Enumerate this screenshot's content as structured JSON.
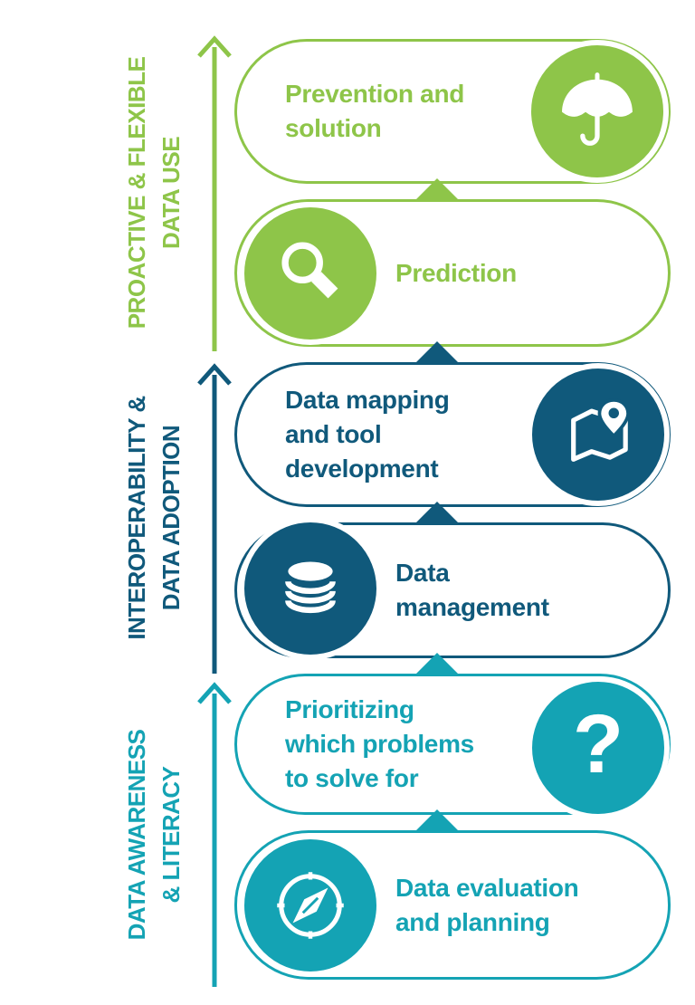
{
  "colors": {
    "green": "#8EC549",
    "dark_blue": "#10597B",
    "teal": "#14A3B4",
    "icon_foreground": "#FFFFFF"
  },
  "sections": [
    {
      "name": "proactive-flexible-data-use",
      "color": "#8EC549",
      "label_lines": [
        "PROACTIVE & FLEXIBLE",
        "DATA USE"
      ]
    },
    {
      "name": "interoperability-data-adoption",
      "color": "#10597B",
      "label_lines": [
        "INTEROPERABILITY &",
        "DATA ADOPTION"
      ]
    },
    {
      "name": "data-awareness-literacy",
      "color": "#14A3B4",
      "label_lines": [
        "DATA AWARENESS",
        "& LITERACY"
      ]
    }
  ],
  "steps": [
    {
      "title": "Prevention and solution",
      "lines": [
        "Prevention and",
        "solution"
      ],
      "icon": "umbrella-icon",
      "section": "proactive-flexible-data-use"
    },
    {
      "title": "Prediction",
      "lines": [
        "Prediction"
      ],
      "icon": "magnifier-icon",
      "section": "proactive-flexible-data-use"
    },
    {
      "title": "Data mapping and tool development",
      "lines": [
        "Data mapping",
        "and tool",
        "development"
      ],
      "icon": "map-icon",
      "section": "interoperability-data-adoption"
    },
    {
      "title": "Data management",
      "lines": [
        "Data",
        "management"
      ],
      "icon": "database-icon",
      "section": "interoperability-data-adoption"
    },
    {
      "title": "Prioritizing which problems to solve for",
      "lines": [
        "Prioritizing",
        "which problems",
        "to solve for"
      ],
      "icon": "question-mark-icon",
      "section": "data-awareness-literacy"
    },
    {
      "title": "Data evaluation and planning",
      "lines": [
        "Data evaluation",
        "and planning"
      ],
      "icon": "compass-icon",
      "section": "data-awareness-literacy"
    }
  ],
  "glyphs": {
    "question_mark": "?"
  }
}
